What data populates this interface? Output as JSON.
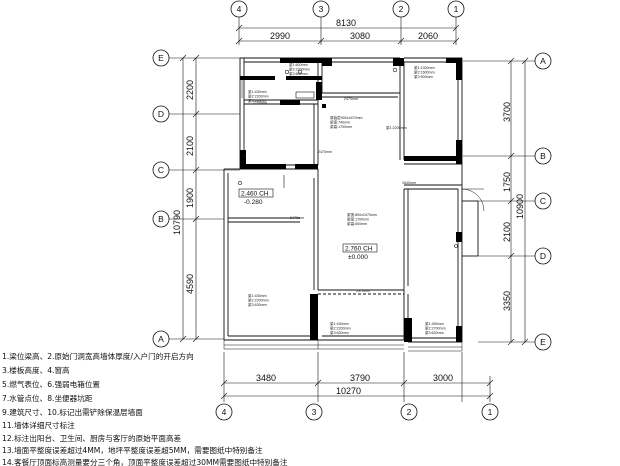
{
  "dimensions": {
    "top_total": "8130",
    "top_segments": [
      "2990",
      "3080",
      "2060"
    ],
    "bottom_total": "10270",
    "bottom_segments": [
      "3480",
      "3790",
      "3000"
    ],
    "left_total": "10790",
    "left_segments": [
      "2200",
      "2100",
      "1900",
      "4590"
    ],
    "right_total": "10900",
    "right_segments": [
      "3700",
      "1750",
      "2100",
      "3350"
    ]
  },
  "axes": {
    "top_bubbles": [
      "4",
      "3",
      "2",
      "1"
    ],
    "bottom_bubbles": [
      "4",
      "3",
      "2",
      "1"
    ],
    "left_bubbles": [
      "E",
      "D",
      "C",
      "B",
      "A"
    ],
    "right_bubbles": [
      "A",
      "B",
      "C",
      "D",
      "E"
    ]
  },
  "level_tags": [
    {
      "label": "2.460 CH",
      "value": "-0.280"
    },
    {
      "label": "2.760 CH",
      "value": "±0.000"
    }
  ],
  "room_annotations": [
    "梁1:600mm",
    "梁2:2200mm",
    "梁3:600mm",
    "梁1:1300mm",
    "梁2:1600mm",
    "梁3:900mm",
    "梁1:430mm",
    "梁2:2200mm",
    "梁3:110mm",
    "2470mm",
    "2200mm",
    "原始层900x4470mm",
    "梁宽:740mm",
    "梁高:1700mm",
    "梁1:2200mm",
    "2470mm",
    "梁宽:800x2470mm",
    "梁宽:1700mm",
    "梁高:600mm",
    "1640mm",
    "2470mm",
    "梁1:430mm",
    "梁2:2200mm",
    "梁3:630mm",
    "梁1:430mm",
    "梁2:2200mm",
    "梁3:630mm",
    "梁1:450mm",
    "梁2:2700mm",
    "梁3:630mm",
    "2470mm"
  ],
  "notes": [
    "1.梁位梁高、2.原始门洞宽高墙体厚度/入户门的开启方向",
    "3.楼板高度、4.窗高",
    "5.燃气表位、6.强弱电箱位置",
    "7.水管点位、8.坐便器坑距",
    "9.建筑尺寸、10.标记出需铲除保温层墙面",
    "11.墙体详细尺寸标注",
    "12.标注出阳台、卫生间、厨房与客厅的原始平面高差",
    "13.墙面平整度误差超过4MM，地坪平整度误差超5MM，需要图纸中特别备注",
    "14.客餐厅顶面标高测量要分三个角，顶面平整度误差超过30MM需要图纸中特别备注"
  ],
  "colors": {
    "line": "#111111",
    "wall": "#000000",
    "background": "#ffffff"
  }
}
